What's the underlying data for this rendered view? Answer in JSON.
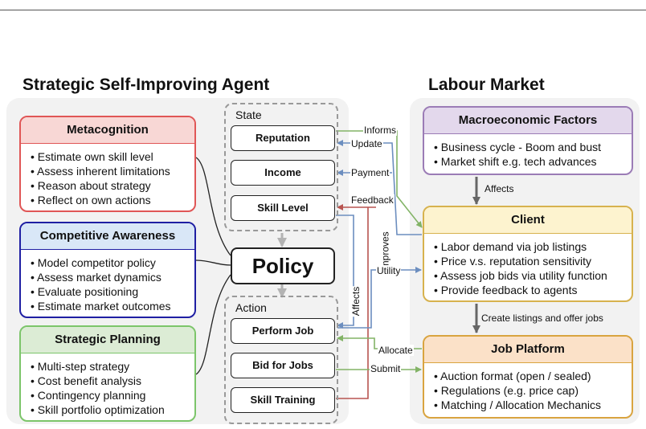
{
  "agent": {
    "title": "Strategic Self-Improving Agent",
    "metacognition": {
      "title": "Metacognition",
      "items": [
        "Estimate own skill level",
        "Assess inherent limitations",
        "Reason about strategy",
        "Reflect on own actions"
      ]
    },
    "competitive": {
      "title": "Competitive Awareness",
      "items": [
        "Model competitor policy",
        "Assess market dynamics",
        "Evaluate positioning",
        "Estimate market outcomes"
      ]
    },
    "strategic": {
      "title": "Strategic Planning",
      "items": [
        "Multi-step strategy",
        "Cost benefit analysis",
        "Contingency planning",
        "Skill portfolio optimization"
      ]
    },
    "state": {
      "label": "State",
      "nodes": [
        "Reputation",
        "Income",
        "Skill Level"
      ]
    },
    "policy": "Policy",
    "action": {
      "label": "Action",
      "nodes": [
        "Perform Job",
        "Bid for Jobs",
        "Skill Training"
      ]
    }
  },
  "market": {
    "title": "Labour Market",
    "macro": {
      "title": "Macroeconomic Factors",
      "items": [
        "Business cycle - Boom and bust",
        "Market shift e.g. tech advances"
      ]
    },
    "client": {
      "title": "Client",
      "items": [
        "Labor demand via job listings",
        "Price v.s. reputation sensitivity",
        "Assess job bids via utility function",
        "Provide feedback to agents"
      ]
    },
    "platform": {
      "title": "Job Platform",
      "items": [
        "Auction format (open / sealed)",
        "Regulations (e.g. price cap)",
        "Matching / Allocation Mechanics"
      ]
    }
  },
  "edges": {
    "informs": "Informs",
    "update": "Update",
    "payment": "Payment",
    "feedback": "Feedback",
    "improves": "Improves",
    "affects_v": "Affects",
    "utility": "Utility",
    "allocate": "Allocate",
    "submit": "Submit",
    "affects": "Affects",
    "create": "Create listings and offer jobs"
  },
  "colors": {
    "red": "#e05656",
    "red_bg": "#f8d7d5",
    "blue": "#1f1fa3",
    "blue_bg": "#d9e7f7",
    "green": "#7cc56a",
    "green_bg": "#dcecd5",
    "purple": "#9b7cb6",
    "purple_bg": "#e3d8ec",
    "gold": "#d7b24e",
    "gold_bg": "#fdf3cf",
    "orange": "#d9a440",
    "orange_bg": "#fbe1c8",
    "edge_blue": "#6c8ebf",
    "edge_green": "#82b366",
    "edge_red": "#b85450"
  }
}
